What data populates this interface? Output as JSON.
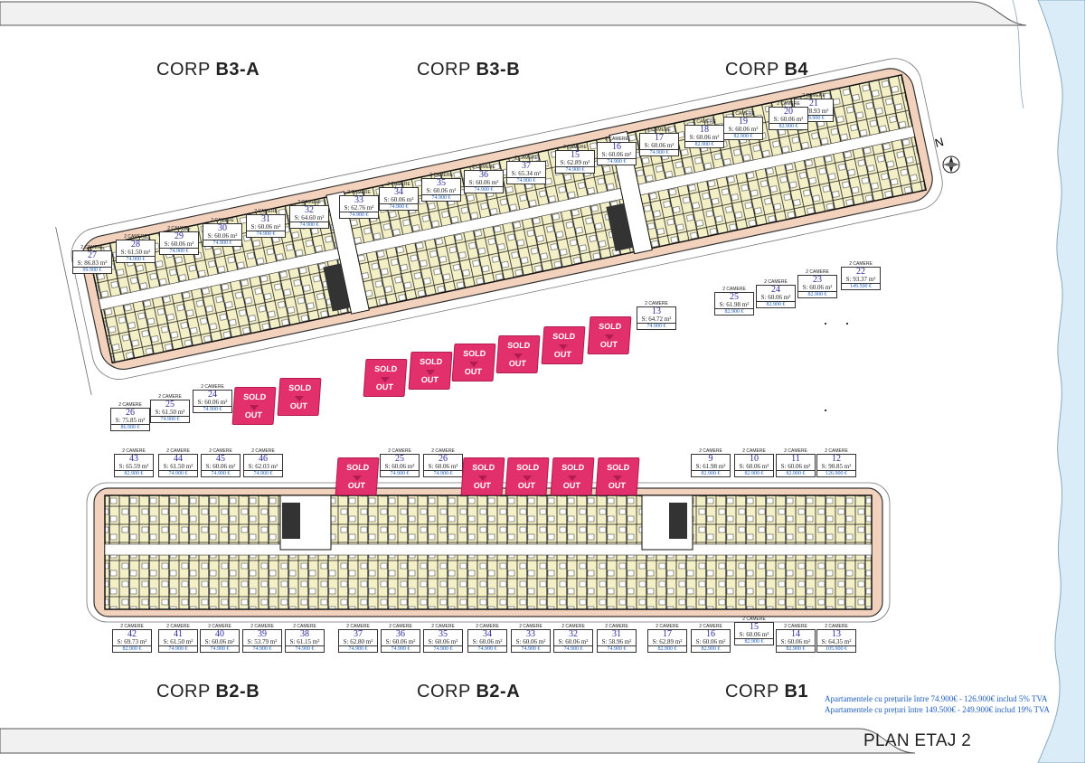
{
  "corp_titles": {
    "b3a": {
      "prefix": "CORP",
      "name": "B3-A"
    },
    "b3b": {
      "prefix": "CORP",
      "name": "B3-B"
    },
    "b4": {
      "prefix": "CORP",
      "name": "B4"
    },
    "b2b": {
      "prefix": "CORP",
      "name": "B2-B"
    },
    "b2a": {
      "prefix": "CORP",
      "name": "B2-A"
    },
    "b1": {
      "prefix": "CORP",
      "name": "B1"
    }
  },
  "legend": {
    "line1": "Apartamentele cu prețurile între 74.900€ - 126.900€ includ 5% TVA",
    "line2": "Apartamentele cu prețuri între 149.500€ - 249.900€ includ 19% TVA"
  },
  "plan_title": "PLAN ETAJ 2",
  "north_label": "N",
  "rooms_label": "2 CAMERE",
  "sold_label": "SOLD OUT",
  "colors": {
    "sold": "#e1306c",
    "price": "#1f5fbf",
    "number": "#2a2a9a",
    "cream": "#f3efc6",
    "peach": "#f2d2bd",
    "sea": "#d9ecf7"
  },
  "top_units": [
    {
      "n": "21",
      "area": "S: 78.93 m²",
      "price": "119.900 €"
    },
    {
      "n": "20",
      "area": "S: 60.06 m²",
      "price": "82.900 €"
    },
    {
      "n": "19",
      "area": "S: 60.06 m²",
      "price": "82.900 €"
    },
    {
      "n": "18",
      "area": "S: 60.06 m²",
      "price": "82.900 €"
    },
    {
      "n": "17",
      "area": "S: 60.06 m²",
      "price": "74.900 €"
    },
    {
      "n": "16",
      "area": "S: 60.06 m²",
      "price": "74.900 €"
    },
    {
      "n": "15",
      "area": "S: 62.89 m²",
      "price": "74.900 €"
    },
    {
      "n": "37",
      "area": "S: 65.34 m²",
      "price": "74.900 €"
    },
    {
      "n": "36",
      "area": "S: 60.06 m²",
      "price": "74.900 €"
    },
    {
      "n": "35",
      "area": "S: 60.06 m²",
      "price": "74.900 €"
    },
    {
      "n": "34",
      "area": "S: 60.06 m²",
      "price": "74.900 €"
    },
    {
      "n": "33",
      "area": "S: 62.76 m²",
      "price": "74.900 €"
    },
    {
      "n": "32",
      "area": "S: 64.60 m²",
      "price": "74.900 €"
    },
    {
      "n": "31",
      "area": "S: 60.06 m²",
      "price": "74.900 €"
    },
    {
      "n": "30",
      "area": "S: 60.06 m²",
      "price": "74.900 €"
    },
    {
      "n": "29",
      "area": "S: 60.06 m²",
      "price": "74.900 €"
    },
    {
      "n": "28",
      "area": "S: 61.50 m²",
      "price": "74.900 €"
    },
    {
      "n": "27",
      "area": "S: 86.83 m²",
      "price": "99.900 €"
    },
    {
      "n": "22",
      "area": "S: 93.37 m²",
      "price": "149.500 €"
    },
    {
      "n": "23",
      "area": "S: 60.06 m²",
      "price": "82.900 €"
    },
    {
      "n": "24",
      "area": "S: 60.06 m²",
      "price": "82.900 €"
    },
    {
      "n": "25",
      "area": "S: 61.98 m²",
      "price": "82.900 €"
    },
    {
      "n": "13",
      "area": "S: 64.72 m²",
      "price": "74.900 €"
    },
    {
      "n": "26",
      "area": "S: 75.85 m²",
      "price": "86.900 €"
    },
    {
      "n": "25",
      "area": "S: 61.50 m²",
      "price": "74.900 €"
    },
    {
      "n": "24",
      "area": "S: 60.06 m²",
      "price": "74.900 €"
    }
  ],
  "bottom_top_units": [
    {
      "n": "43",
      "area": "S: 65.59 m²",
      "price": "82.900 €"
    },
    {
      "n": "44",
      "area": "S: 61.50 m²",
      "price": "74.900 €"
    },
    {
      "n": "45",
      "area": "S: 60.06 m²",
      "price": "74.900 €"
    },
    {
      "n": "46",
      "area": "S: 62.03 m²",
      "price": "74.900 €"
    },
    {
      "n": "25",
      "area": "S: 60.06 m²",
      "price": "74.900 €"
    },
    {
      "n": "26",
      "area": "S: 60.06 m²",
      "price": "74.900 €"
    },
    {
      "n": "9",
      "area": "S: 61.98 m²",
      "price": "82.900 €"
    },
    {
      "n": "10",
      "area": "S: 60.06 m²",
      "price": "82.900 €"
    },
    {
      "n": "11",
      "area": "S: 60.06 m²",
      "price": "82.900 €"
    },
    {
      "n": "12",
      "area": "S: 90.85 m²",
      "price": "126.900 €"
    }
  ],
  "bottom_bottom_units": [
    {
      "n": "42",
      "area": "S: 69.73 m²",
      "price": "82.900 €"
    },
    {
      "n": "41",
      "area": "S: 61.50 m²",
      "price": "74.900 €"
    },
    {
      "n": "40",
      "area": "S: 60.06 m²",
      "price": "74.900 €"
    },
    {
      "n": "39",
      "area": "S: 53.79 m²",
      "price": "74.900 €"
    },
    {
      "n": "38",
      "area": "S: 61.15 m²",
      "price": "74.900 €"
    },
    {
      "n": "37",
      "area": "S: 62.80 m²",
      "price": "74.900 €"
    },
    {
      "n": "36",
      "area": "S: 60.06 m²",
      "price": "74.900 €"
    },
    {
      "n": "35",
      "area": "S: 60.06 m²",
      "price": "74.900 €"
    },
    {
      "n": "34",
      "area": "S: 60.06 m²",
      "price": "74.900 €"
    },
    {
      "n": "33",
      "area": "S: 60.06 m²",
      "price": "74.900 €"
    },
    {
      "n": "32",
      "area": "S: 60.06 m²",
      "price": "74.900 €"
    },
    {
      "n": "31",
      "area": "S: 58.96 m²",
      "price": "74.900 €"
    },
    {
      "n": "17",
      "area": "S: 62.89 m²",
      "price": "82.900 €"
    },
    {
      "n": "16",
      "area": "S: 60.06 m²",
      "price": "82.900 €"
    },
    {
      "n": "15",
      "area": "S: 60.06 m²",
      "price": "82.900 €"
    },
    {
      "n": "14",
      "area": "S: 60.06 m²",
      "price": "82.900 €"
    },
    {
      "n": "13",
      "area": "S: 64.35 m²",
      "price": "105.900 €"
    }
  ]
}
